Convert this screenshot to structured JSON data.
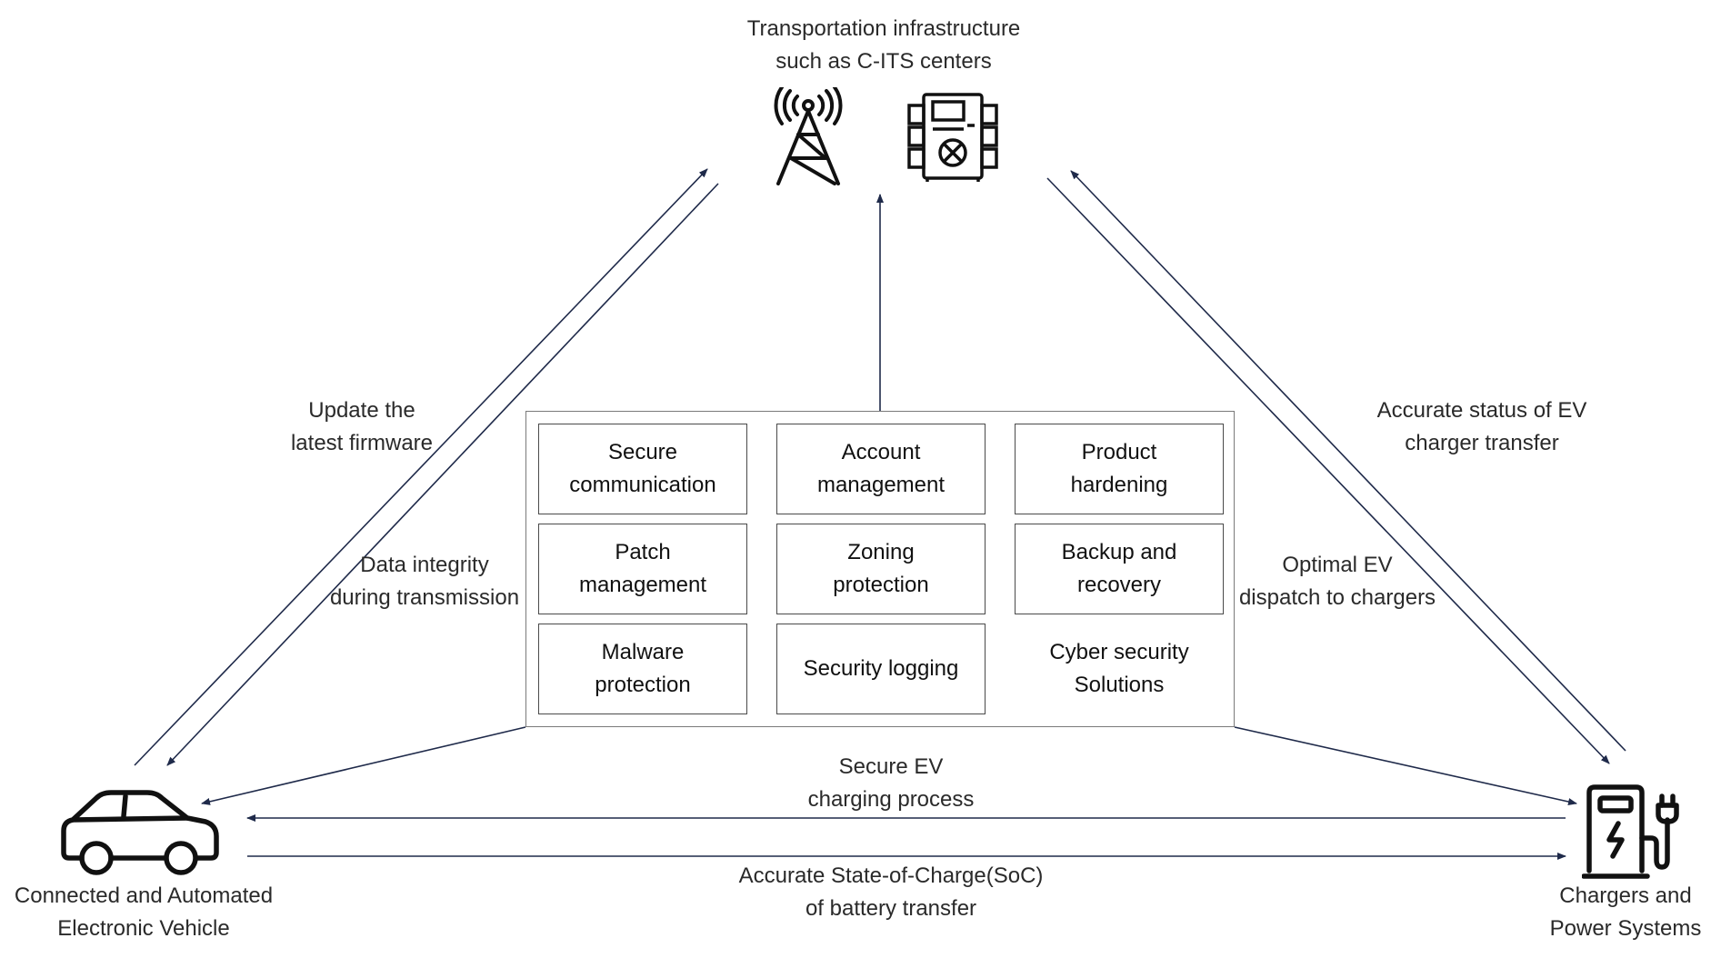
{
  "nodes": {
    "top": {
      "lines": [
        "Transportation infrastructure",
        "such as C-ITS centers"
      ]
    },
    "left": {
      "lines": [
        "Connected and Automated",
        "Electronic Vehicle"
      ]
    },
    "right": {
      "lines": [
        "Chargers and",
        "Power Systems"
      ]
    }
  },
  "edge_labels": {
    "update_firmware": [
      "Update the",
      "latest firmware"
    ],
    "data_integrity": [
      "Data integrity",
      "during transmission"
    ],
    "accurate_status": [
      "Accurate status of EV",
      "charger transfer"
    ],
    "optimal_dispatch": [
      "Optimal EV",
      "dispatch to chargers"
    ],
    "secure_charging": [
      "Secure EV",
      "charging process"
    ],
    "soc_transfer": [
      "Accurate State-of-Charge(SoC)",
      "of battery transfer"
    ]
  },
  "solutions": {
    "cells": [
      [
        "Secure",
        "communication"
      ],
      [
        "Account",
        "management"
      ],
      [
        "Product",
        "hardening"
      ],
      [
        "Patch",
        "management"
      ],
      [
        "Zoning",
        "protection"
      ],
      [
        "Backup and",
        "recovery"
      ],
      [
        "Malware",
        "protection"
      ],
      [
        "Security logging"
      ],
      [
        "Cyber security",
        "Solutions"
      ]
    ]
  },
  "icons": {
    "tower": "radio-tower-icon",
    "server": "server-icon",
    "car": "car-icon",
    "charger": "ev-charger-icon"
  },
  "colors": {
    "arrow": "#1f2a4a",
    "text": "#2a2a2a"
  }
}
